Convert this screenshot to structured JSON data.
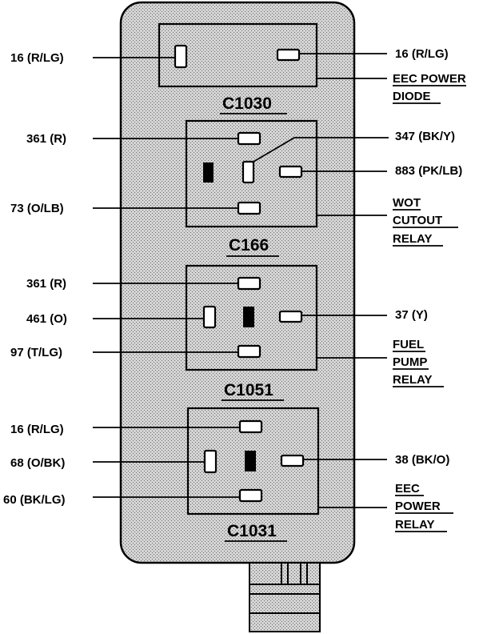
{
  "connectors": {
    "c1030": {
      "code": "C1030",
      "left_label": "16 (R/LG)",
      "right_label": "16 (R/LG)",
      "relay_name": [
        "EEC POWER",
        "DIODE"
      ]
    },
    "c166": {
      "code": "C166",
      "left_labels": [
        "361 (R)",
        "73 (O/LB)"
      ],
      "right_labels": [
        "347 (BK/Y)",
        "883 (PK/LB)"
      ],
      "relay_name": [
        "WOT",
        "CUTOUT",
        "RELAY"
      ]
    },
    "c1051": {
      "code": "C1051",
      "left_labels": [
        "361 (R)",
        "461 (O)",
        "97 (T/LG)"
      ],
      "right_label": "37 (Y)",
      "relay_name": [
        "FUEL",
        "PUMP",
        "RELAY"
      ]
    },
    "c1031": {
      "code": "C1031",
      "left_labels": [
        "16 (R/LG)",
        "68 (O/BK)",
        "60 (BK/LG)"
      ],
      "right_label": "38 (BK/O)",
      "relay_name": [
        "EEC",
        "POWER",
        "RELAY"
      ]
    }
  },
  "colors": {
    "panel_fill": "#c9c9c9",
    "line": "#000000",
    "background": "#ffffff"
  }
}
